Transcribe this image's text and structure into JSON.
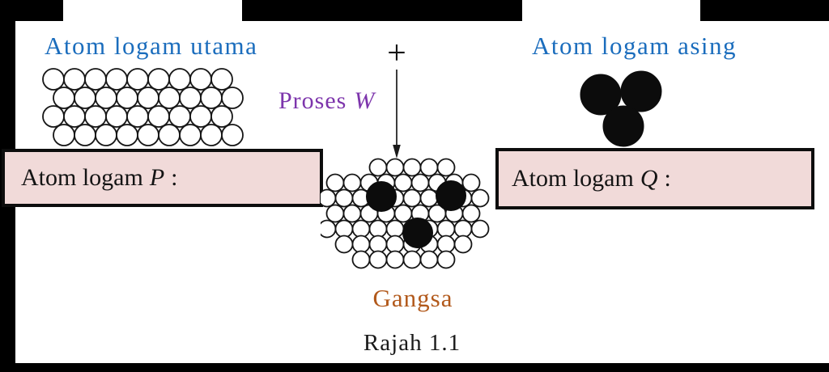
{
  "figure": {
    "caption": "Rajah 1.1",
    "product_label": "Gangsa"
  },
  "labels": {
    "main_metal": "Atom logam utama",
    "foreign_metal": "Atom logam asing",
    "plus_sign": "+",
    "process": {
      "prefix": "Proses",
      "symbol": "W"
    },
    "box_p": {
      "prefix": "Atom logam",
      "symbol": "P",
      "suffix": ":"
    },
    "box_q": {
      "prefix": "Atom logam",
      "symbol": "Q",
      "suffix": ":"
    }
  },
  "colors": {
    "label_blue": "#1b6dbd",
    "process_purple": "#7d35ac",
    "product_brown": "#b2591b",
    "box_fill": "#f1dad9",
    "box_border": "#000000",
    "atom_white_fill": "#ffffff",
    "atom_black_fill": "#0c0c0c",
    "page_edge": "#000000"
  },
  "diagram": {
    "main_metal_lattice": {
      "atom_color": "white",
      "rows": 4,
      "atoms_per_row": 9
    },
    "foreign_metal_cluster": {
      "atom_color": "black",
      "atom_count": 3
    },
    "alloy_cluster": {
      "black_atom_count": 3,
      "white_atoms": "many small white atoms packed around black atoms"
    },
    "arrow": {
      "direction": "down"
    }
  }
}
